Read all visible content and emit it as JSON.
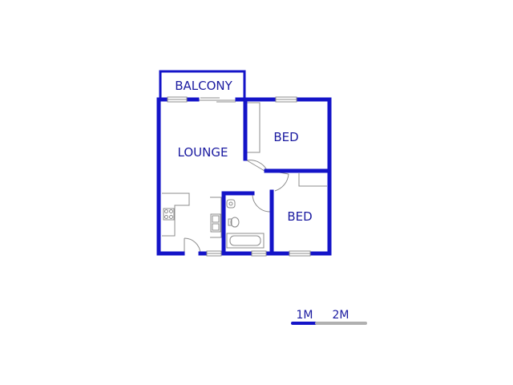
{
  "rooms": {
    "balcony": "BALCONY",
    "lounge": "LOUNGE",
    "bed_1": "BED",
    "bed_2": "BED"
  },
  "scale_bar": {
    "label_1": "1M",
    "label_2": "2M"
  },
  "colors": {
    "wall": "#1414c8",
    "label": "#1a1aa0",
    "fixture": "#8c8c8c",
    "scale_gray": "#b0b0b0"
  }
}
